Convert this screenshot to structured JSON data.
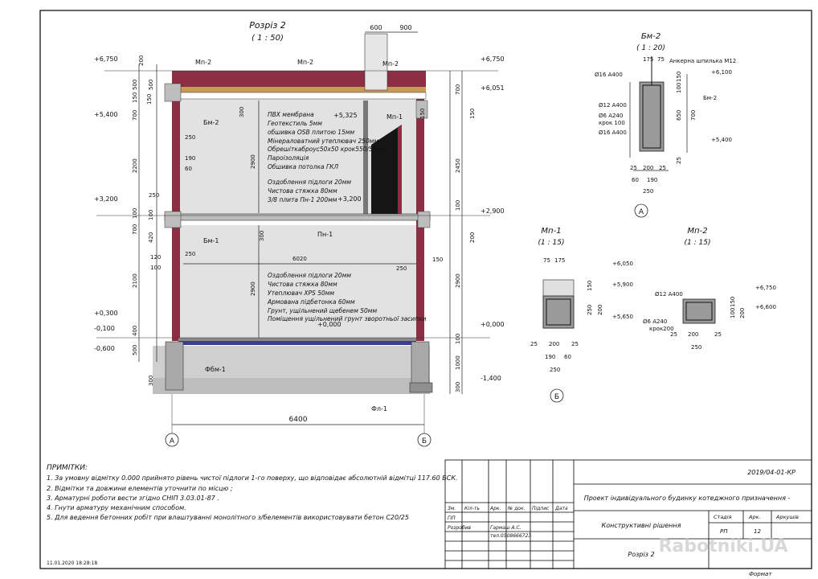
{
  "drawing": {
    "section_title": "Розріз 2",
    "section_scale": "( 1 : 50)",
    "bm2_title": "Бм-2",
    "bm2_scale": "( 1 : 20)",
    "mp1_title": "Мп-1",
    "mp1_scale": "(1 : 15)",
    "mp2_title": "Мп-2",
    "mp2_scale": "(1 : 15)"
  },
  "levels_left": [
    "+6,750",
    "+5,400",
    "+3,200",
    "+0,300",
    "-0,100",
    "-0,600"
  ],
  "levels_right": [
    "+6,750",
    "+6,051",
    "+5,325",
    "+3,200",
    "+2,900",
    "+0,000",
    "-1,400",
    "+0,000"
  ],
  "dims_left": [
    "200",
    "500",
    "500",
    "150",
    "700",
    "2200",
    "100",
    "700",
    "420",
    "100",
    "2100",
    "400",
    "500",
    "300"
  ],
  "dims_right": [
    "700",
    "150",
    "2450",
    "100",
    "200",
    "2900",
    "100",
    "1000",
    "300"
  ],
  "dims_top": [
    "600",
    "900"
  ],
  "dims_inner": [
    "250",
    "190",
    "60",
    "250",
    "120",
    "100",
    "250",
    "250",
    "150",
    "6020",
    "2900",
    "2900",
    "300",
    "300",
    "150",
    "150"
  ],
  "bottom_dim": "6400",
  "axes": [
    "А",
    "Б"
  ],
  "callouts": [
    "Мп-2",
    "Мп-2",
    "Мп-2",
    "Мп-1",
    "Бм-2",
    "Бм-1",
    "Пн-1",
    "Фбм-1",
    "Фл-1"
  ],
  "roof_layers": [
    "ПВХ мембрана",
    "Геотекстиль 5мм",
    "обшивка OSB плитою 15мм",
    "Мінераловатний утеплювач 250мм",
    "Обрешіткаброус50х50 крок550/50мм",
    "Пароізоляція",
    "Обшивка потолка ГКЛ"
  ],
  "floor2_layers": [
    "Оздоблення підлоги 20мм",
    "Чистова стяжка 80мм",
    "3/8 плита Пн-1 200мм"
  ],
  "floor1_layers": [
    "Оздоблення підлоги 20мм",
    "Чистова стяжка 80мм",
    "Утеплювач XPS 50мм",
    "Армована підбетонка 60мм",
    "Грунт, ущільнений щебенем 50мм",
    "Поміщення ущільнений грунт зворотньої засипки"
  ],
  "bm2": {
    "anchor": "Анкерна шпилька М12",
    "level_top": "+6,100",
    "level_bot": "+5,400",
    "rebar_labels": [
      "Ø16 A400",
      "Ø12 A400",
      "Ø6 A240",
      "крок 100",
      "Ø16 A400"
    ],
    "callout": "Бм-2",
    "dims": [
      "175",
      "75",
      "150",
      "100",
      "650",
      "700",
      "25",
      "25",
      "200",
      "25",
      "60",
      "190",
      "250"
    ],
    "axis": "А"
  },
  "mp1": {
    "levels": [
      "+6,050",
      "+5,900",
      "+5,650"
    ],
    "dims": [
      "75",
      "175",
      "150",
      "250",
      "200",
      "25",
      "200",
      "25",
      "190",
      "60",
      "250"
    ],
    "axis": "Б"
  },
  "mp2": {
    "levels": [
      "+6,750",
      "+6,600"
    ],
    "rebar_labels": [
      "Ø12 A400",
      "Ø6 A240",
      "крок200"
    ],
    "dims": [
      "150",
      "100",
      "200",
      "25",
      "200",
      "25",
      "250"
    ]
  },
  "notes": {
    "title": "ПРИМІТКИ:",
    "items": [
      "1.   За умовну відмітку 0.000 прийнято рівень чистої підлоги 1-го поверху, що відповідає абсолютній відмітці 117.60 БСК.",
      "2.   Відмітки та довжини елементів уточнити по місцю ;",
      "3.   Арматурні роботи вести згідно СНІП 3.03.01-87 .",
      "4.   Гнути арматуру механічним способом.",
      "5.   Для ведення бетонних робіт при влаштуванні монолітного з/белементів використовувати бетон С20/25"
    ]
  },
  "date_stamp": "11.01.2020 18:28:18",
  "title_block": {
    "code": "2019/04-01-КР",
    "project": "Проект індивідуального будинку котеджного призначення -",
    "section": "Конструктивні рішення",
    "sheet_name": "Розріз 2",
    "headers": [
      "Зм.",
      "Кіл-ть",
      "Арк.",
      "№ док.",
      "Підпис",
      "Дата"
    ],
    "row_gip": "ГІП",
    "row_dev": "Розробив",
    "developer": "Гармаш А.С.",
    "phone": "тел.0508666723",
    "stage_hdr": "Стадія",
    "sheet_hdr": "Арк.",
    "sheets_hdr": "Аркушів",
    "stage": "РП",
    "sheet": "12",
    "format": "Формат"
  },
  "watermark": "Rabotniki.UA"
}
